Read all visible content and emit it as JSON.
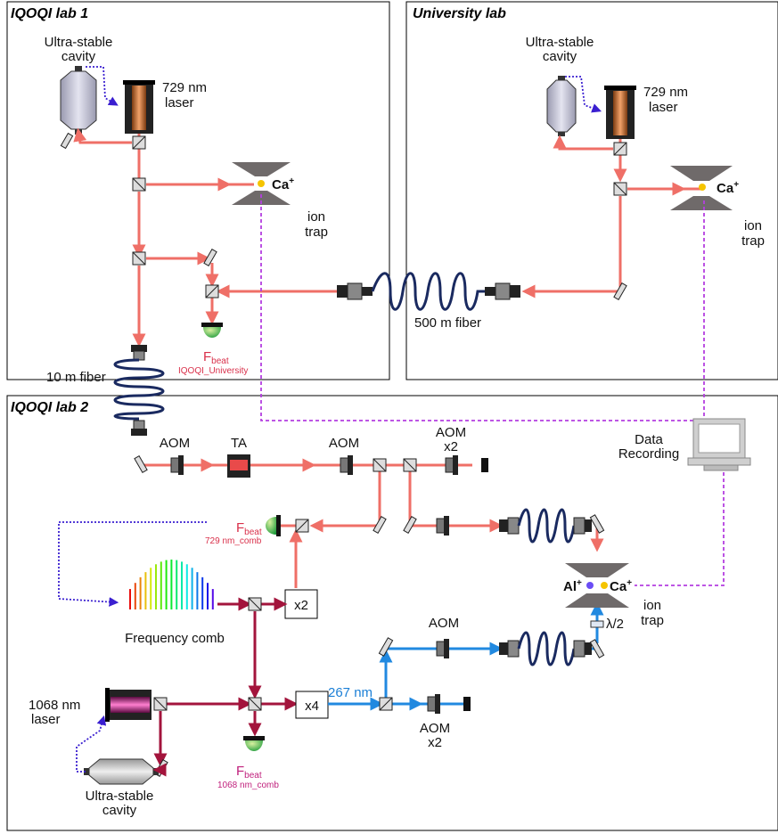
{
  "labs": {
    "lab1": "IQOQI lab 1",
    "university": "University lab",
    "lab2": "IQOQI lab 2"
  },
  "lab1": {
    "cavity_line1": "Ultra-stable",
    "cavity_line2": "cavity",
    "laser_line1": "729 nm",
    "laser_line2": "laser",
    "ion": "Ca",
    "ion_charge": "+",
    "trap_line1": "ion",
    "trap_line2": "trap",
    "fbeat": "F",
    "fbeat_sub": "beat",
    "fbeat_label": "IQOQI_University",
    "fiber10": "10 m fiber"
  },
  "university": {
    "cavity_line1": "Ultra-stable",
    "cavity_line2": "cavity",
    "laser_line1": "729 nm",
    "laser_line2": "laser",
    "ion": "Ca",
    "ion_charge": "+",
    "trap_line1": "ion",
    "trap_line2": "trap",
    "fiber500": "500 m fiber"
  },
  "lab2": {
    "aom1": "AOM",
    "ta": "TA",
    "aom2": "AOM",
    "aom_x2_line1": "AOM",
    "aom_x2_line2": "x2",
    "data_line1": "Data",
    "data_line2": "Recording",
    "fbeat729": "F",
    "fbeat729_sub": "beat",
    "fbeat729_label": "729 nm_comb",
    "comb": "Frequency comb",
    "x2": "x2",
    "x4": "x4",
    "nm267": "267 nm",
    "aom_blue": "AOM",
    "aom_blue_x2_line1": "AOM",
    "aom_blue_x2_line2": "x2",
    "al_ion": "Al",
    "ca_ion": "Ca",
    "ion_charge": "+",
    "trap_line1": "ion",
    "trap_line2": "trap",
    "lambda2": "λ/2",
    "laser1068_line1": "1068 nm",
    "laser1068_line2": "laser",
    "cavity_line1": "Ultra-stable",
    "cavity_line2": "cavity",
    "fbeat1068": "F",
    "fbeat1068_sub": "beat",
    "fbeat1068_label": "1068 nm_comb"
  },
  "colors": {
    "beam_729": "#ef6f67",
    "beam_1068": "#a3143c",
    "beam_267": "#2189e0",
    "data_link": "#b43fe0",
    "lock_link": "#3a1fd0"
  }
}
